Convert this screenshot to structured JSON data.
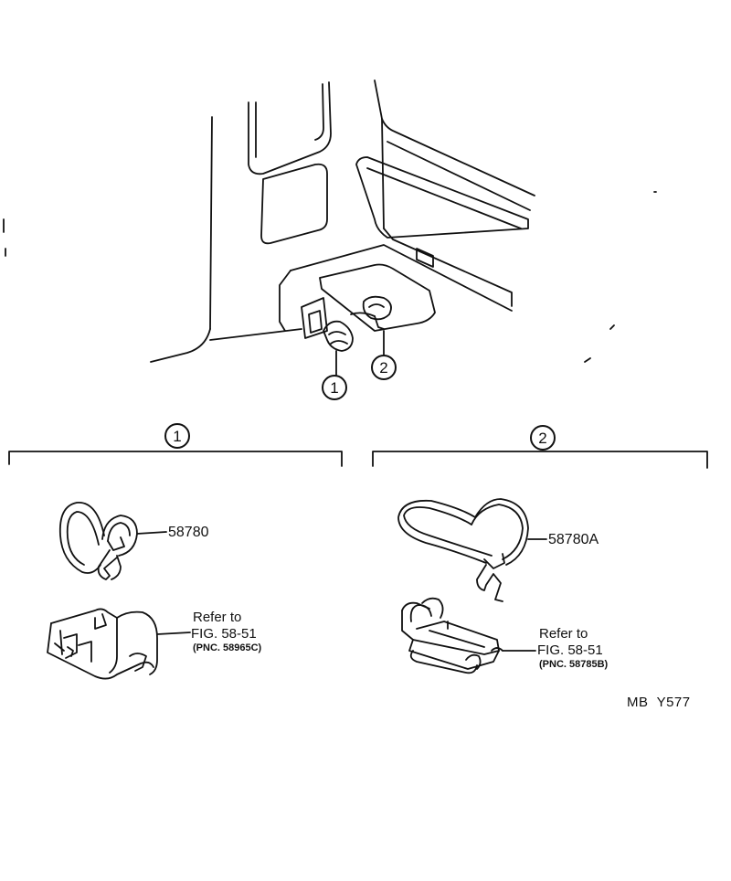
{
  "callouts": {
    "one": "1",
    "two": "2"
  },
  "left_group": {
    "part_number": "58780",
    "refer_line1": "Refer  to",
    "refer_line2": "FIG. 58-51",
    "pnc": "(PNC. 58965C)"
  },
  "right_group": {
    "part_number": "58780A",
    "refer_line1": "Refer  to",
    "refer_line2": "FIG. 58-51",
    "pnc": "(PNC. 58785B)"
  },
  "drawing_code": "MB  Y577",
  "colors": {
    "ink": "#111111",
    "paper": "#ffffff"
  }
}
